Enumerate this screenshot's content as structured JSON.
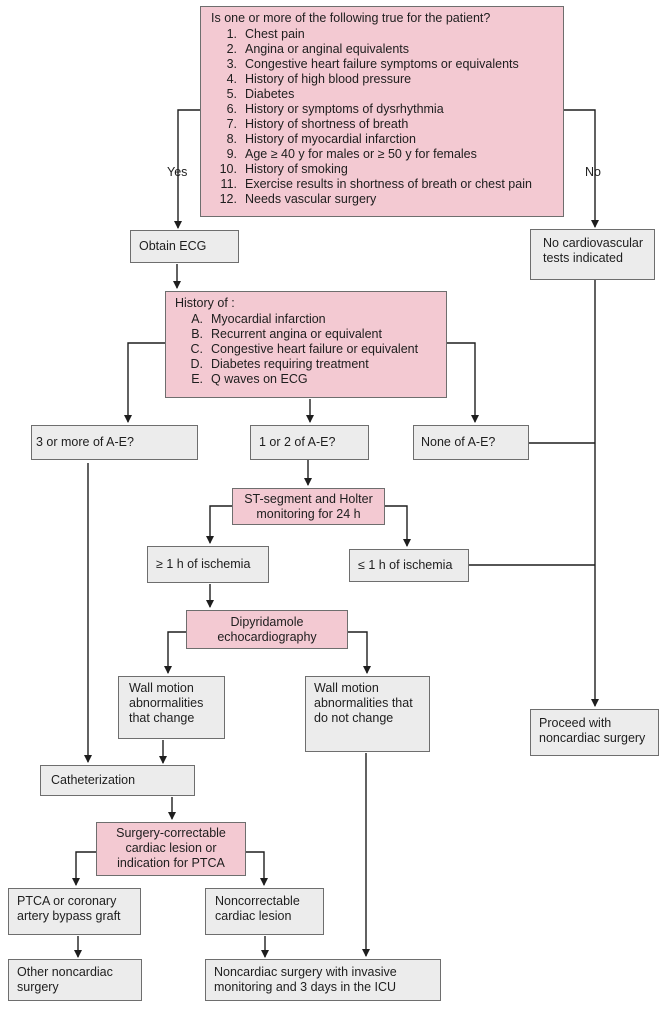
{
  "colors": {
    "decision_fill": "#f3c9d2",
    "outcome_fill": "#ececec",
    "line": "#1e1e1e"
  },
  "screening": {
    "question": "Is one or more of the following true for the patient?",
    "items": [
      {
        "n": "1.",
        "text": "Chest pain"
      },
      {
        "n": "2.",
        "text": "Angina or anginal equivalents"
      },
      {
        "n": "3.",
        "text": "Congestive heart failure symptoms or equivalents"
      },
      {
        "n": "4.",
        "text": "History of high blood pressure"
      },
      {
        "n": "5.",
        "text": "Diabetes"
      },
      {
        "n": "6.",
        "text": "History or symptoms of dysrhythmia"
      },
      {
        "n": "7.",
        "text": "History of shortness of breath"
      },
      {
        "n": "8.",
        "text": "History of myocardial infarction"
      },
      {
        "n": "9.",
        "text": "Age ≥ 40 y for males or ≥ 50 y for females"
      },
      {
        "n": "10.",
        "text": "History of smoking"
      },
      {
        "n": "11.",
        "text": "Exercise results in shortness of breath or chest pain"
      },
      {
        "n": "12.",
        "text": "Needs vascular surgery"
      }
    ]
  },
  "branches": {
    "yes": "Yes",
    "no": "No"
  },
  "obtain_ecg": "Obtain ECG",
  "no_tests": "No cardiovascular tests indicated",
  "history": {
    "title": "History of :",
    "items": [
      {
        "n": "A.",
        "text": "Myocardial infarction"
      },
      {
        "n": "B.",
        "text": "Recurrent angina or equivalent"
      },
      {
        "n": "C.",
        "text": "Congestive heart failure or equivalent"
      },
      {
        "n": "D.",
        "text": "Diabetes requiring treatment"
      },
      {
        "n": "E.",
        "text": "Q waves on ECG"
      }
    ]
  },
  "three_or_more": "3 or more of A-E?",
  "one_or_two": "1 or 2 of A-E?",
  "none": "None of A-E?",
  "holter": "ST-segment and Holter monitoring for 24 h",
  "ge1h": "≥ 1 h of ischemia",
  "le1h": "≤ 1 h of ischemia",
  "dipyridamole": "Dipyridamole echocardiography",
  "wall_change": "Wall motion abnormalities that change",
  "wall_nochange": "Wall motion abnormalities that do not change",
  "proceed": "Proceed with noncardiac surgery",
  "cath": "Catheterization",
  "surgery_correctable": "Surgery-correctable cardiac lesion or indication for PTCA",
  "ptca": "PTCA or coronary artery bypass graft",
  "noncorrectable": "Noncorrectable cardiac lesion",
  "other_noncardiac": "Other noncardiac surgery",
  "icu": "Noncardiac surgery with invasive monitoring and 3 days in the ICU"
}
